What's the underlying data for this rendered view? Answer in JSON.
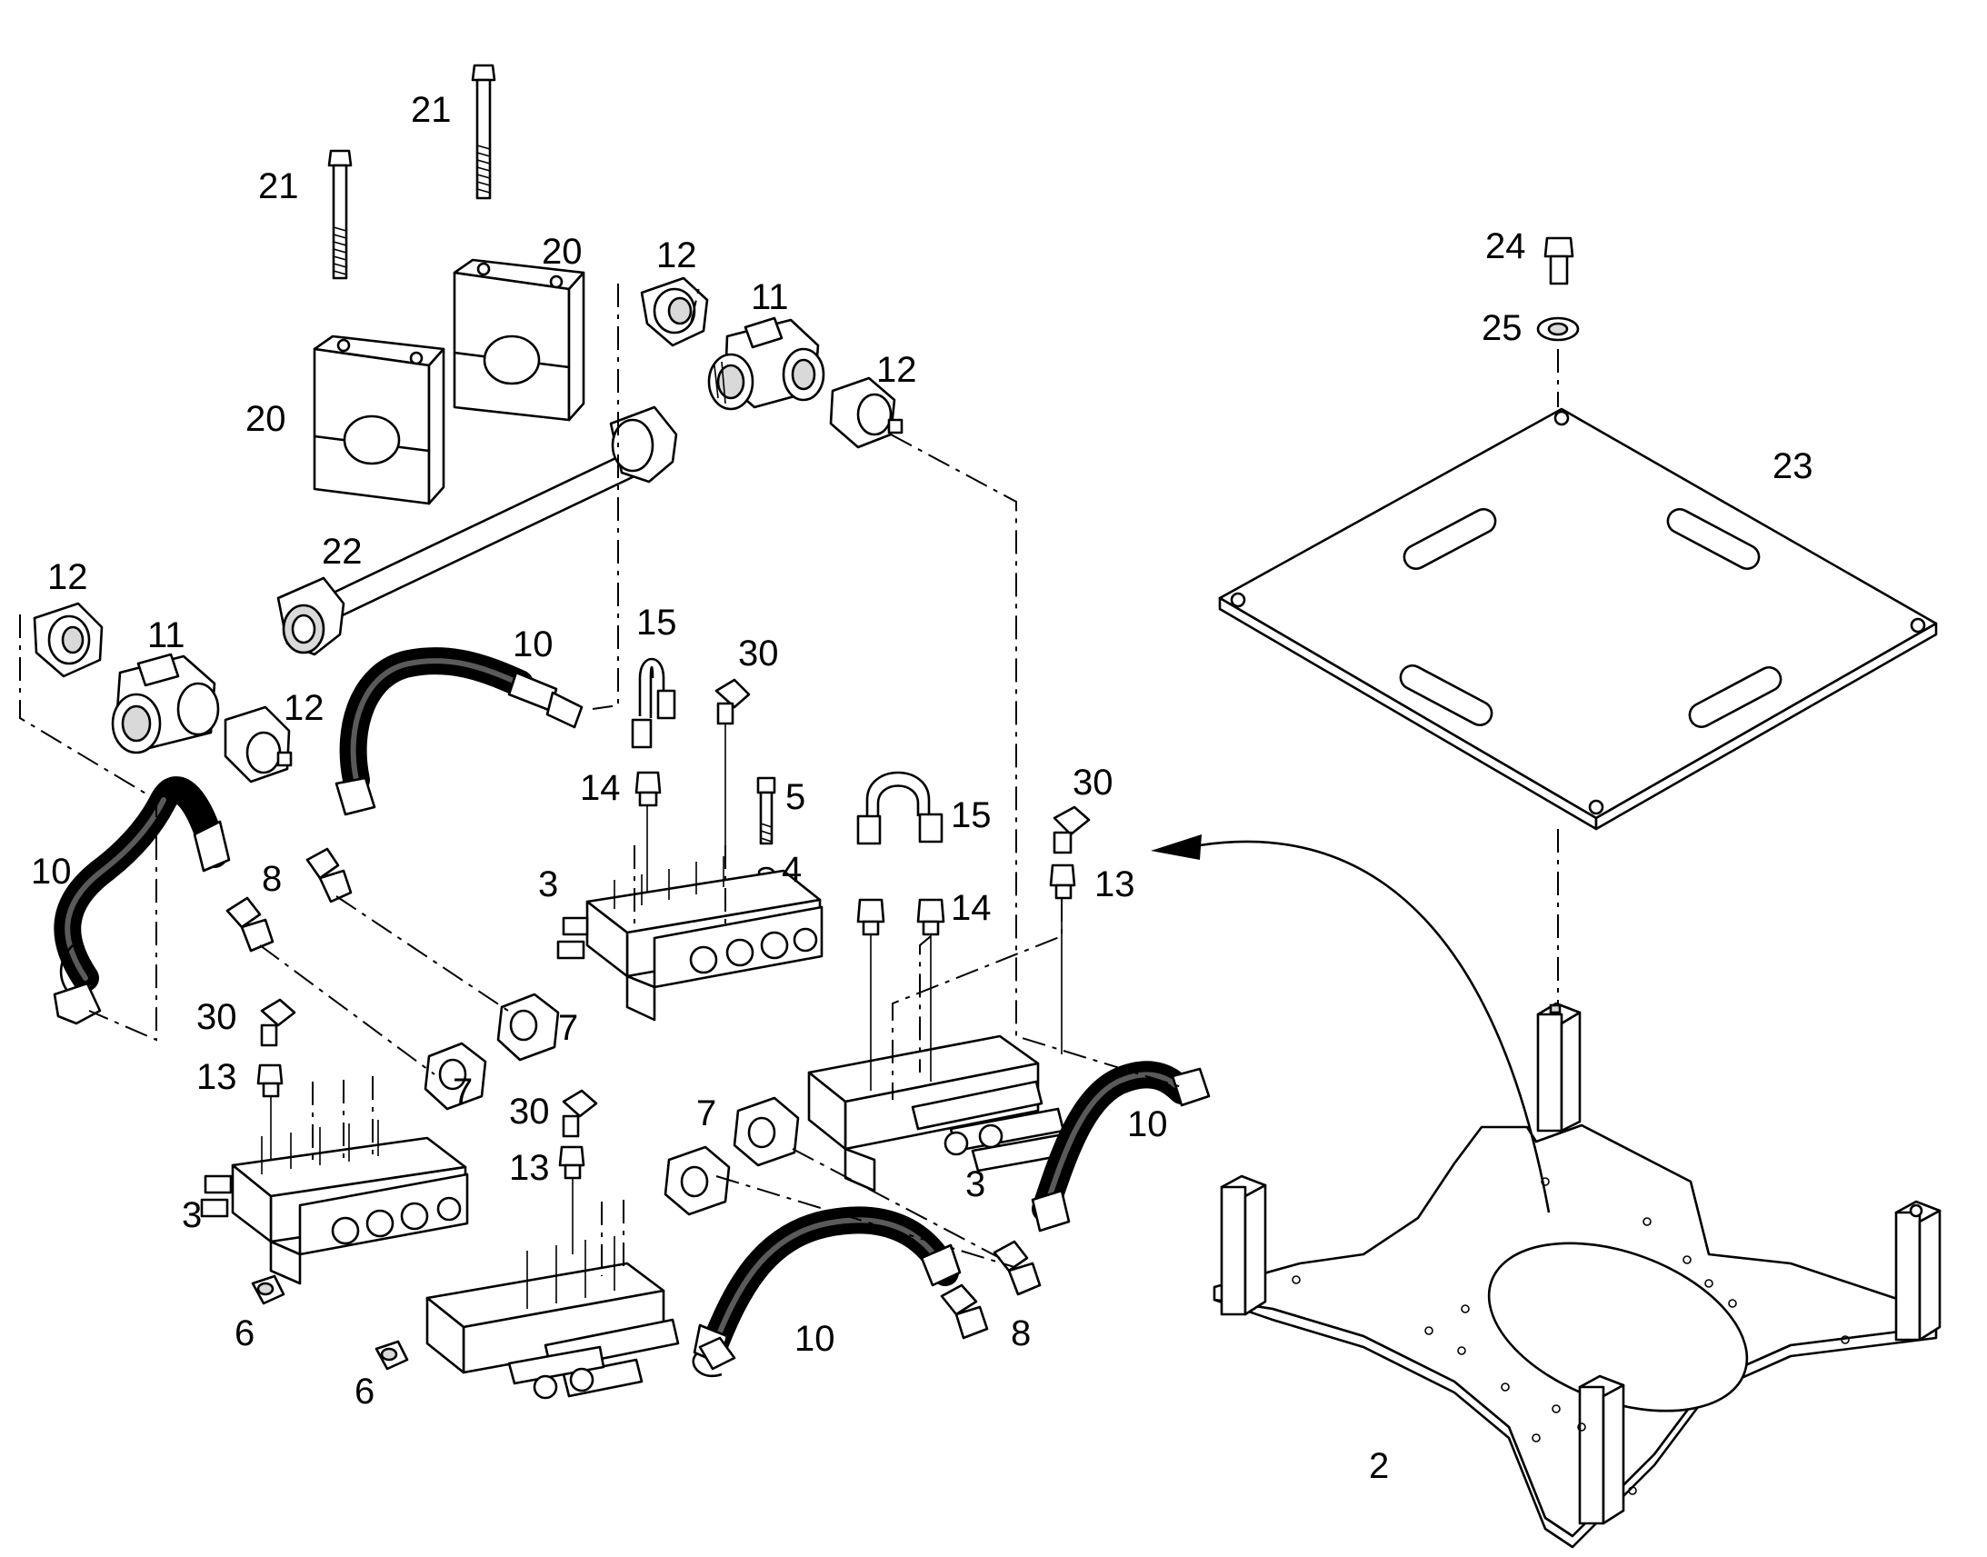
{
  "diagram": {
    "callouts": [
      {
        "id": "c21a",
        "text": "21"
      },
      {
        "id": "c21b",
        "text": "21"
      },
      {
        "id": "c20a",
        "text": "20"
      },
      {
        "id": "c20b",
        "text": "20"
      },
      {
        "id": "c12a",
        "text": "12"
      },
      {
        "id": "c11a",
        "text": "11"
      },
      {
        "id": "c12b",
        "text": "12"
      },
      {
        "id": "c22",
        "text": "22"
      },
      {
        "id": "c12c",
        "text": "12"
      },
      {
        "id": "c11b",
        "text": "11"
      },
      {
        "id": "c12d",
        "text": "12"
      },
      {
        "id": "c10a",
        "text": "10"
      },
      {
        "id": "c15a",
        "text": "15"
      },
      {
        "id": "c30a",
        "text": "30"
      },
      {
        "id": "c14a",
        "text": "14"
      },
      {
        "id": "c5",
        "text": "5"
      },
      {
        "id": "c4",
        "text": "4"
      },
      {
        "id": "c3a",
        "text": "3"
      },
      {
        "id": "c10b",
        "text": "10"
      },
      {
        "id": "c8a",
        "text": "8"
      },
      {
        "id": "c7a",
        "text": "7"
      },
      {
        "id": "c7b",
        "text": "7"
      },
      {
        "id": "c30b",
        "text": "30"
      },
      {
        "id": "c13a",
        "text": "13"
      },
      {
        "id": "c3b",
        "text": "3"
      },
      {
        "id": "c6a",
        "text": "6"
      },
      {
        "id": "c6b",
        "text": "6"
      },
      {
        "id": "c30c",
        "text": "30"
      },
      {
        "id": "c13b",
        "text": "13"
      },
      {
        "id": "c7c",
        "text": "7"
      },
      {
        "id": "c10c",
        "text": "10"
      },
      {
        "id": "c8b",
        "text": "8"
      },
      {
        "id": "c15b",
        "text": "15"
      },
      {
        "id": "c14b",
        "text": "14"
      },
      {
        "id": "c30d",
        "text": "30"
      },
      {
        "id": "c13c",
        "text": "13"
      },
      {
        "id": "c3c",
        "text": "3"
      },
      {
        "id": "c10d",
        "text": "10"
      },
      {
        "id": "c24",
        "text": "24"
      },
      {
        "id": "c25",
        "text": "25"
      },
      {
        "id": "c23",
        "text": "23"
      },
      {
        "id": "c2",
        "text": "2"
      }
    ]
  }
}
